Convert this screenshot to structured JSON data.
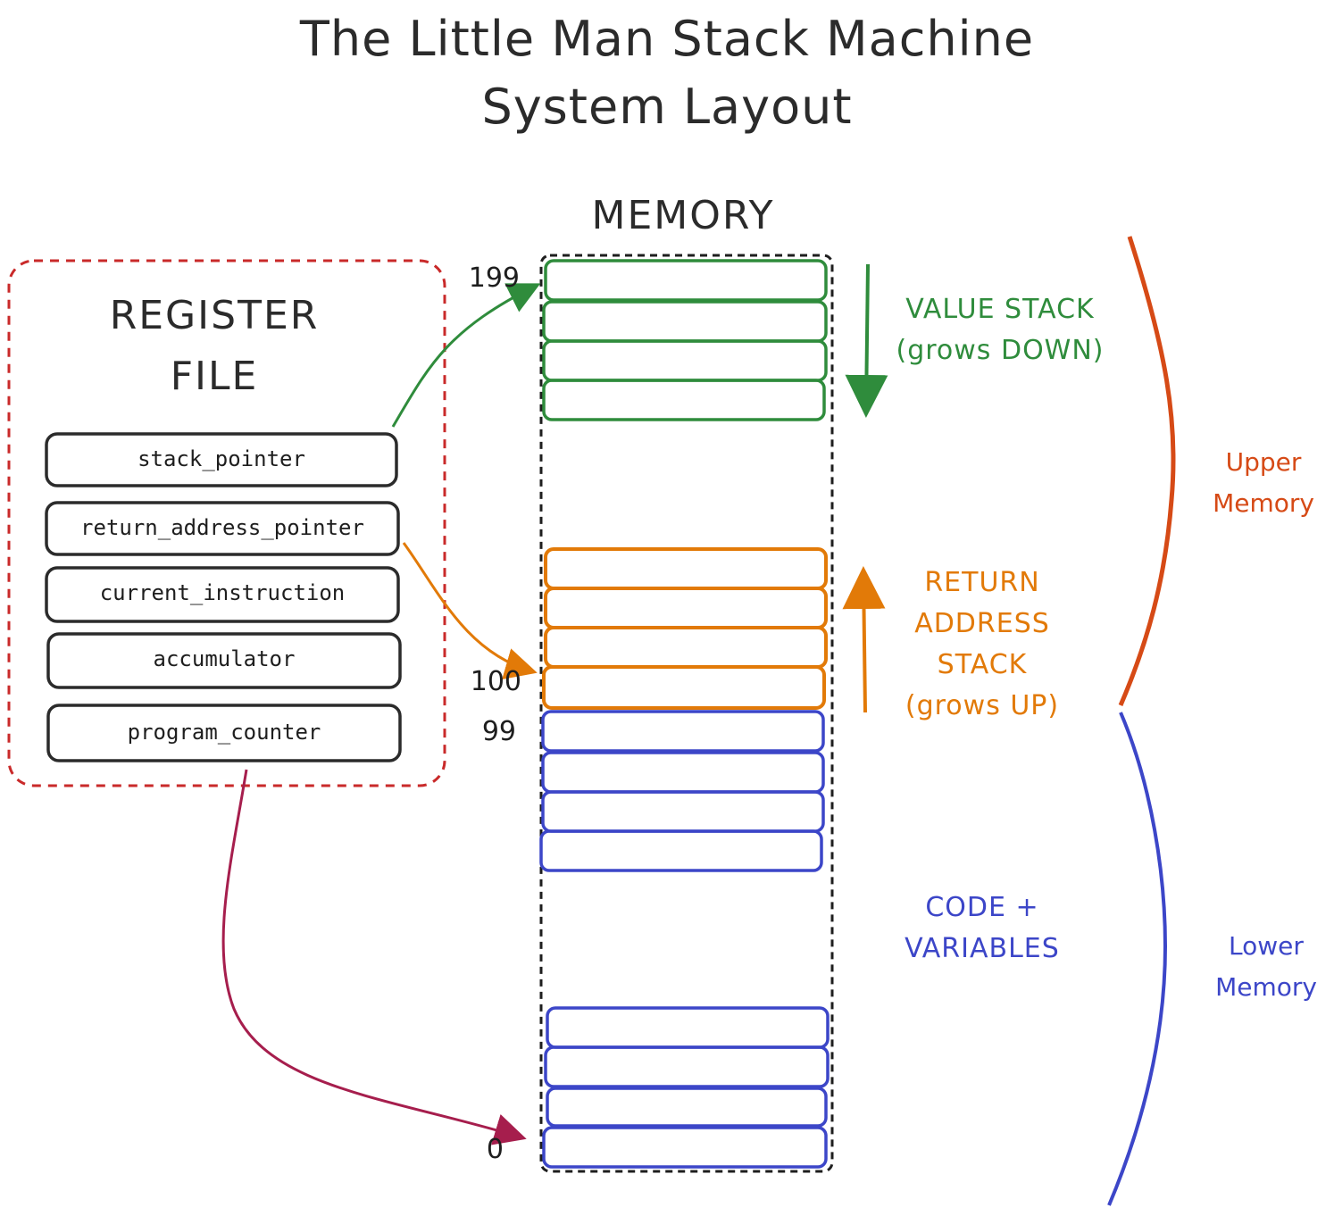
{
  "title": {
    "line1": "The Little Man Stack Machine",
    "line2": "System Layout"
  },
  "memory": {
    "label": "MEMORY",
    "addresses": {
      "top": "199",
      "return_base": "100",
      "lower_top": "99",
      "bottom": "0"
    }
  },
  "register_file": {
    "label_line1": "REGISTER",
    "label_line2": "FILE",
    "registers": [
      "stack_pointer",
      "return_address_pointer",
      "current_instruction",
      "accumulator",
      "program_counter"
    ]
  },
  "regions": {
    "value_stack": {
      "line1": "VALUE STACK",
      "line2": "(grows DOWN)"
    },
    "return_stack": {
      "line1": "RETURN",
      "line2": "ADDRESS",
      "line3": "STACK",
      "line4": "(grows UP)"
    },
    "code": {
      "line1": "CODE +",
      "line2": "VARIABLES"
    }
  },
  "memory_halves": {
    "upper": {
      "line1": "Upper",
      "line2": "Memory"
    },
    "lower": {
      "line1": "Lower",
      "line2": "Memory"
    }
  },
  "colors": {
    "ink": "#1e1e1e",
    "value_stack": "#2f8c3c",
    "return_stack": "#e27a08",
    "code": "#3c46c8",
    "register_border": "#c92a2a",
    "pc_arrow": "#a61e4d",
    "upper_memory": "#d64a16"
  }
}
